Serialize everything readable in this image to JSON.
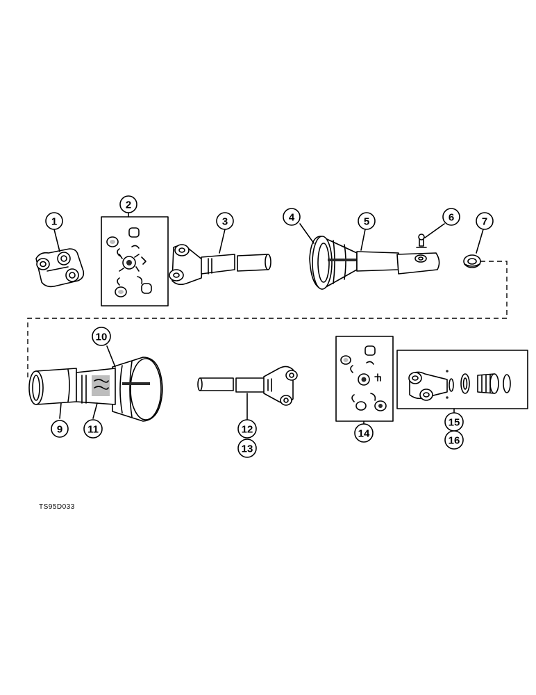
{
  "callouts": [
    "1",
    "2",
    "3",
    "4",
    "5",
    "6",
    "7",
    "9",
    "10",
    "11",
    "12",
    "13",
    "14",
    "15",
    "16"
  ],
  "reference_code": "TS95D033"
}
